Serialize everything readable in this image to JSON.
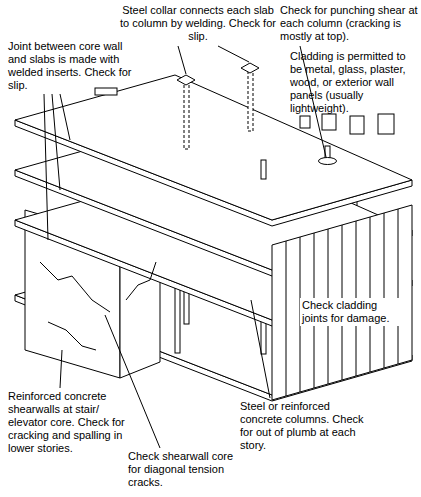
{
  "diagram": {
    "labels": [
      "Steel collar connects each slab to column by welding. Check for slip.",
      "Check for punching shear at each column (cracking is mostly at top).",
      "Joint between core wall and slabs is made with welded inserts. Check for slip.",
      "Cladding is permitted to be metal, glass, plaster, wood, or exterior wall panels (usually lightweight).",
      "Check cladding joints for damage.",
      "Reinforced concrete shearwalls at stair/ elevator core. Check for cracking and spalling in lower stories.",
      "Steel or reinforced concrete columns. Check for out of plumb at each story.",
      "Check shearwall core for diagonal tension cracks."
    ]
  }
}
